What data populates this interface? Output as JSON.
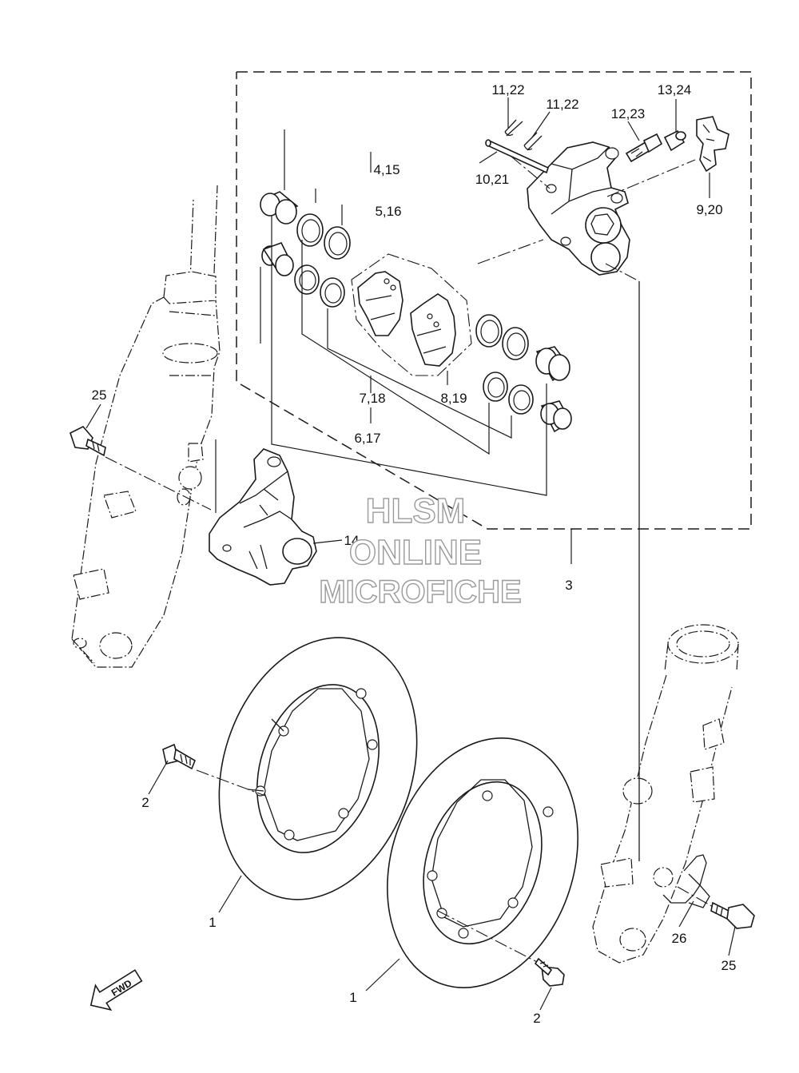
{
  "callouts": {
    "c1a": "1",
    "c1b": "1",
    "c2a": "2",
    "c2b": "2",
    "c3": "3",
    "c4_15": "4,15",
    "c5_16": "5,16",
    "c6_17": "6,17",
    "c7_18": "7,18",
    "c8_19": "8,19",
    "c9_20": "9,20",
    "c10_21": "10,21",
    "c11_22a": "11,22",
    "c11_22b": "11,22",
    "c12_23": "12,23",
    "c13_24": "13,24",
    "c14": "14",
    "c25a": "25",
    "c25b": "25",
    "c26": "26"
  },
  "fwd_arrow": {
    "label": "FWD",
    "icon": "forward-arrow-icon"
  },
  "watermark": {
    "line1": "HLSM",
    "line2": "ONLINE",
    "line3": "MICROFICHE"
  }
}
